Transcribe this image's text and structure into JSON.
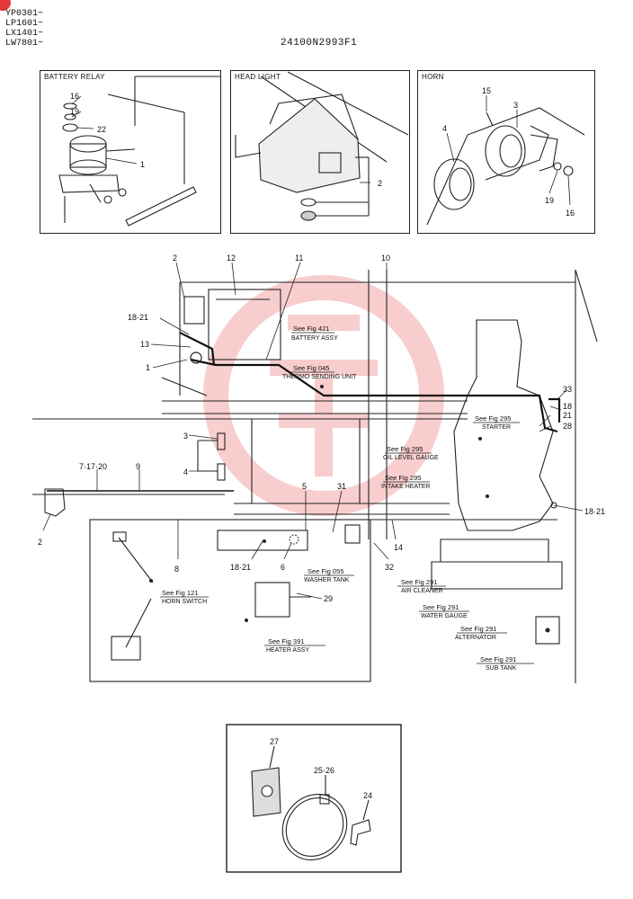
{
  "header": {
    "serials": [
      "YP0301~",
      "LP1601~",
      "LX1401~",
      "LW7801~"
    ],
    "drawing_code": "24100N2993F1"
  },
  "panels": {
    "battery_relay": {
      "title": "BATTERY RELAY",
      "parts": [
        "16",
        "19",
        "22",
        "1"
      ]
    },
    "head_light": {
      "title": "HEAD LIGHT",
      "parts": [
        "2"
      ]
    },
    "horn": {
      "title": "HORN",
      "parts": [
        "15",
        "3",
        "4",
        "19",
        "16"
      ]
    },
    "accessories": {
      "parts": [
        "27",
        "25·26",
        "24"
      ]
    }
  },
  "callouts": {
    "c2_top": "2",
    "c12": "12",
    "c11": "11",
    "c10": "10",
    "c18_21_a": "18·21",
    "c13": "13",
    "c1": "1",
    "c3": "3",
    "c4": "4",
    "c7_17_20": "7·17·20",
    "c9": "9",
    "c2_left": "2",
    "c5": "5",
    "c31": "31",
    "c8": "8",
    "c18_21_b": "18·21",
    "c6": "6",
    "c14": "14",
    "c32": "32",
    "c29": "29",
    "c33": "33",
    "c18": "18",
    "c21": "21",
    "c28": "28",
    "c18_21_c": "18·21"
  },
  "references": {
    "battery_assy": {
      "see": "See Fig 421",
      "name": "BATTERY ASSY"
    },
    "thermo": {
      "see": "See Fig 045",
      "name": "THERMO SENDING UNIT"
    },
    "starter": {
      "see": "See Fig 295",
      "name": "STARTER"
    },
    "oil_gauge": {
      "see": "See Fig 295",
      "name": "OIL LEVEL GAUGE"
    },
    "intake": {
      "see": "See Fig 295",
      "name": "INTAKE HEATER"
    },
    "horn_switch": {
      "see": "See Fig 121",
      "name": "HORN SWITCH"
    },
    "washer": {
      "see": "See Fig 055",
      "name": "WASHER TANK"
    },
    "air_cleaner": {
      "see": "See Fig 291",
      "name": "AIR CLEANER"
    },
    "water_gauge": {
      "see": "See Fig 291",
      "name": "WATER GAUGE"
    },
    "alternator": {
      "see": "See Fig 291",
      "name": "ALTERNATOR"
    },
    "heater": {
      "see": "See Fig 391",
      "name": "HEATER ASSY"
    },
    "sub_tank": {
      "see": "See Fig 291",
      "name": "SUB TANK"
    }
  }
}
